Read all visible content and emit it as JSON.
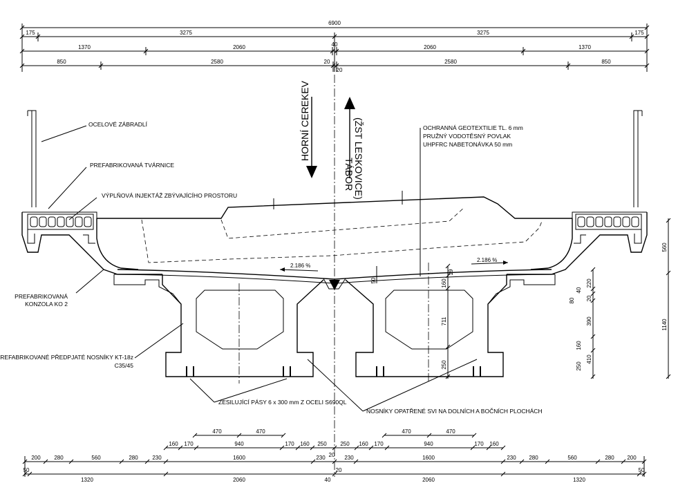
{
  "top_dims": {
    "total": "6900",
    "row1": [
      "175",
      "3275",
      "3275",
      "175"
    ],
    "row2": [
      "1370",
      "2060",
      "40",
      "2060",
      "1370"
    ],
    "row3": [
      "850",
      "2580",
      "20",
      "20",
      "2580",
      "850"
    ]
  },
  "directions": {
    "left": "HORNÍ CEREKEV",
    "right_1": "TÁBOR",
    "right_2": "(ŽST LESKOVICE)"
  },
  "labels": {
    "railing": "OCELOVÉ ZÁBRADLÍ",
    "blocks": "PREFABRIKOVANÁ TVÁRNICE",
    "injection": "VÝPLŇOVÁ INJEKTÁŽ ZBÝVAJÍCÍHO PROSTORU",
    "console_1": "PREFABRIKOVANÁ",
    "console_2": "KONZOLA KO 2",
    "girders_1": "PREFABRIKOVANÉ PŘEDPJATÉ NOSNÍKY KT-18z",
    "girders_2": "C35/45",
    "strips": "ZESILUJÍCÍ PÁSY 6 x 300 mm Z OCELI S690QL",
    "coated": "NOSNÍKY OPATŘENÉ SVI NA DOLNÍCH A BOČNÍCH PLOCHÁCH",
    "layer_1": "OCHRANNÁ GEOTEXTILIE TL. 6 mm",
    "layer_2": "PRUŽNÝ VODOTĚSNÝ POVLAK",
    "layer_3": "UHPFRC NABETONÁVKA 50 mm"
  },
  "slopes": {
    "left": "2.186 %",
    "right": "2.186 %"
  },
  "vert_dims": {
    "d560": "560",
    "d1140": "1140",
    "d220": "220",
    "d40": "40",
    "d80": "80",
    "d20": "20",
    "d390": "390",
    "d160": "160",
    "d410": "410",
    "d250": "250",
    "g19": "19",
    "g160": "160",
    "g711": "711",
    "g250": "250",
    "g50": "50"
  },
  "bottom_dims": {
    "rowA_left": [
      "470",
      "470"
    ],
    "rowA_right": [
      "470",
      "470"
    ],
    "rowB_left": [
      "160",
      "170",
      "940",
      "170",
      "160",
      "250"
    ],
    "rowB_right": [
      "250",
      "160",
      "170",
      "940",
      "170",
      "160"
    ],
    "rowC": [
      "200",
      "280",
      "560",
      "280",
      "230",
      "1600",
      "230",
      "20",
      "230",
      "1600",
      "230",
      "280",
      "560",
      "280",
      "200"
    ],
    "rowD": [
      "50",
      "1320",
      "2060",
      "40",
      "2060",
      "1320",
      "50"
    ],
    "centre_20": "20"
  }
}
